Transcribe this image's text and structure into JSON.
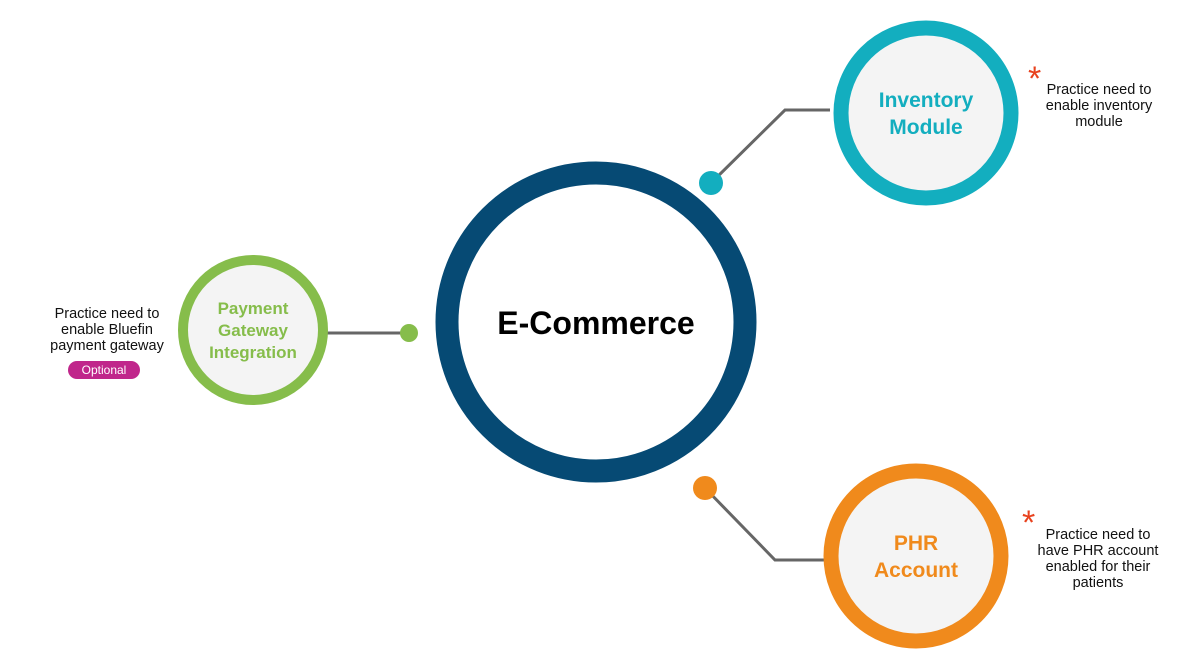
{
  "colors": {
    "center": "#064a74",
    "inventory": "#13aebf",
    "payment": "#86bd4b",
    "phr": "#f08a1c",
    "connector": "#666666",
    "inner_fill": "#f4f4f4",
    "asterisk": "#e8421e",
    "badge": "#c0268b"
  },
  "center": {
    "label": "E-Commerce"
  },
  "nodes": {
    "inventory": {
      "label_lines": [
        "Inventory",
        "Module"
      ],
      "note_lines": [
        "Practice need to",
        "enable inventory",
        "module"
      ],
      "required_mark": "*"
    },
    "payment": {
      "label_lines": [
        "Payment",
        "Gateway",
        "Integration"
      ],
      "note_lines": [
        "Practice need to",
        "enable Bluefin",
        "payment gateway"
      ],
      "badge": "Optional"
    },
    "phr": {
      "label_lines": [
        "PHR",
        "Account"
      ],
      "note_lines": [
        "Practice need to",
        "have PHR account",
        "enabled for their",
        "patients"
      ],
      "required_mark": "*"
    }
  }
}
